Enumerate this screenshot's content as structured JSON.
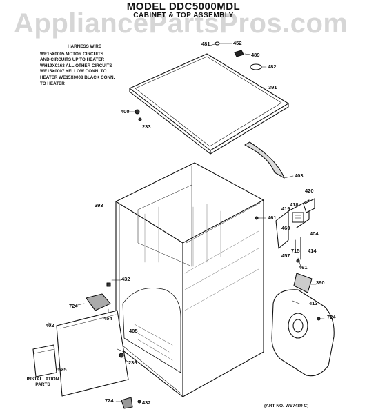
{
  "header": {
    "model_title": "MODEL DDC5000MDL",
    "assembly_title": "CABINET & TOP ASSEMBLY",
    "watermark": "AppliancePartsPros.com"
  },
  "harness_note": {
    "title": "HARNESS WIRE",
    "lines": [
      "WE15X0005 MOTOR CIRCUITS",
      "AND CIRCUITS UP TO HEATER",
      "WH19X0163 ALL OTHER CIRCUITS",
      "WE15X0007 YELLOW CONN. TO",
      "HEATER WE15X0008 BLACK CONN.",
      "TO HEATER"
    ]
  },
  "installation_label": [
    "INSTALLATION",
    "PARTS"
  ],
  "art_number": "(ART NO. WE7489 C)",
  "callouts": {
    "c481": "481",
    "c452": "452",
    "c489": "489",
    "c482": "482",
    "c391": "391",
    "c400": "400",
    "c233": "233",
    "c403": "403",
    "c393": "393",
    "c420": "420",
    "c419": "419",
    "c418": "418",
    "c461a": "461",
    "c460": "460",
    "c404": "404",
    "c457": "457",
    "c715": "715",
    "c414": "414",
    "c461b": "461",
    "c390": "390",
    "c432a": "432",
    "c724a": "724",
    "c454": "454",
    "c413": "413",
    "c724b": "724",
    "c405": "405",
    "c402": "402",
    "c236": "236",
    "c525": "525",
    "c724c": "724",
    "c432b": "432"
  }
}
